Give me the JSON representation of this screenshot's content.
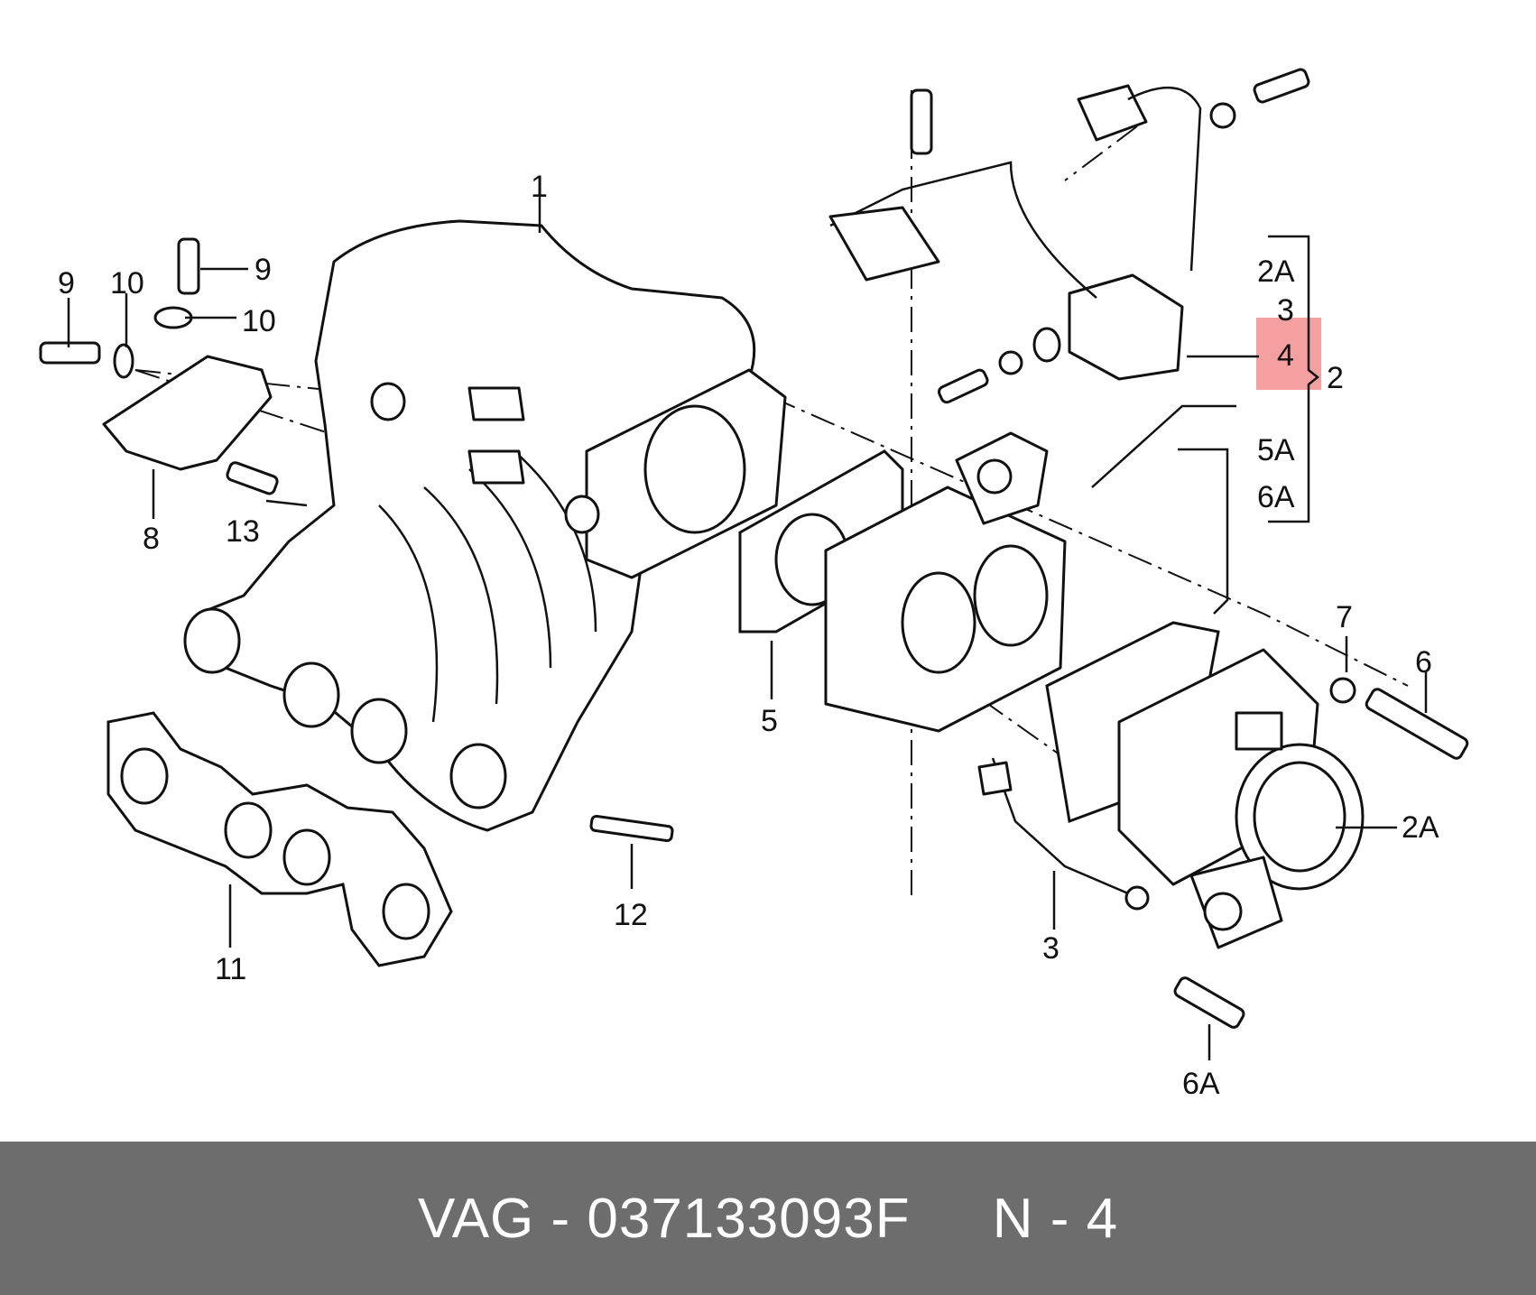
{
  "diagram": {
    "labels": [
      {
        "id": "1",
        "text": "1"
      },
      {
        "id": "9a",
        "text": "9"
      },
      {
        "id": "9b",
        "text": "9"
      },
      {
        "id": "10a",
        "text": "10"
      },
      {
        "id": "10b",
        "text": "10"
      },
      {
        "id": "8",
        "text": "8"
      },
      {
        "id": "13",
        "text": "13"
      },
      {
        "id": "11",
        "text": "11"
      },
      {
        "id": "12",
        "text": "12"
      },
      {
        "id": "5",
        "text": "5"
      },
      {
        "id": "3b",
        "text": "3"
      },
      {
        "id": "2A_list",
        "text": "2A"
      },
      {
        "id": "3_list",
        "text": "3"
      },
      {
        "id": "4_list",
        "text": "4"
      },
      {
        "id": "2",
        "text": "2"
      },
      {
        "id": "5A",
        "text": "5A"
      },
      {
        "id": "6A_list",
        "text": "6A"
      },
      {
        "id": "7",
        "text": "7"
      },
      {
        "id": "6",
        "text": "6"
      },
      {
        "id": "2A_b",
        "text": "2A"
      },
      {
        "id": "6A_b",
        "text": "6A"
      }
    ],
    "highlight_color": "#f08080"
  },
  "footer": {
    "text": "VAG - 037133093F     N - 4",
    "background": "#6d6d6d"
  }
}
